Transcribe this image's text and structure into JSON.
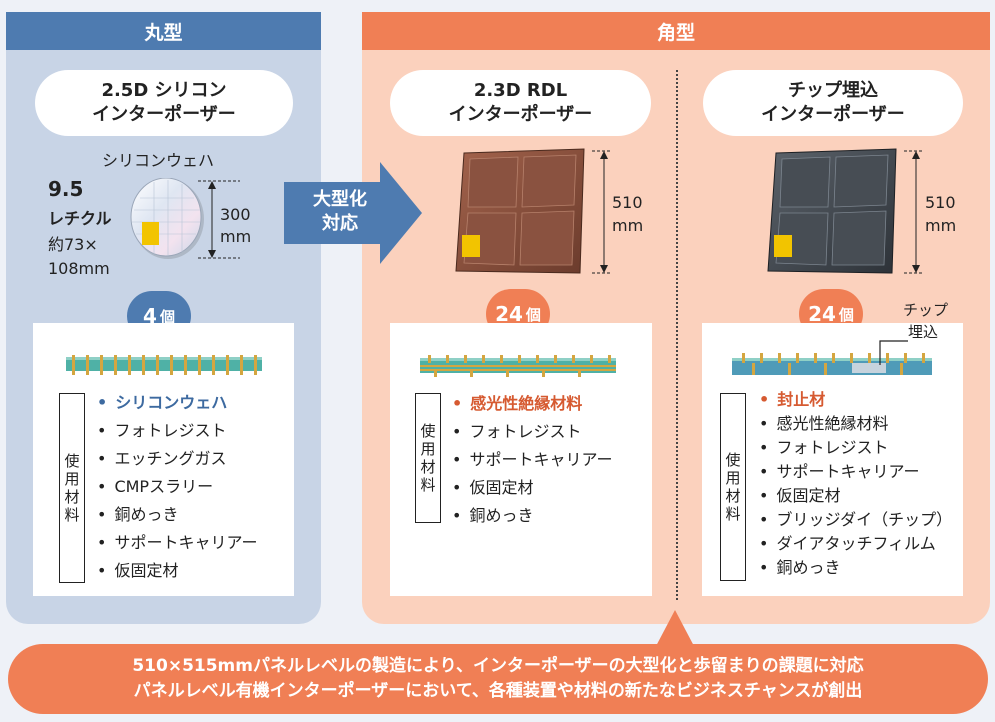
{
  "round": {
    "header": "丸型",
    "title_line1": "2.5D シリコン",
    "title_line2": "インターポーザー",
    "wafer_label": "シリコンウェハ",
    "reticle_num": "9.5",
    "reticle_unit": "レチクル",
    "reticle_size_line1": "約73×",
    "reticle_size_line2": "108mm",
    "dim_value": "300",
    "dim_unit": "mm",
    "count_num": "4",
    "count_unit": "個",
    "materials_label": [
      "使",
      "用",
      "材",
      "料"
    ],
    "materials": [
      "シリコンウェハ",
      "フォトレジスト",
      "エッチングガス",
      "CMPスラリー",
      "銅めっき",
      "サポートキャリアー",
      "仮固定材"
    ]
  },
  "arrow": {
    "line1": "大型化",
    "line2": "対応"
  },
  "square": {
    "header": "角型",
    "rdl": {
      "title_line1": "2.3D RDL",
      "title_line2": "インターポーザー",
      "dim_value": "510",
      "dim_unit": "mm",
      "count_num": "24",
      "count_unit": "個",
      "materials_label": [
        "使",
        "用",
        "材",
        "料"
      ],
      "materials": [
        "感光性絶縁材料",
        "フォトレジスト",
        "サポートキャリアー",
        "仮固定材",
        "銅めっき"
      ]
    },
    "embedded": {
      "title_line1": "チップ埋込",
      "title_line2": "インターポーザー",
      "dim_value": "510",
      "dim_unit": "mm",
      "count_num": "24",
      "count_unit": "個",
      "callout_line1": "チップ",
      "callout_line2": "埋込",
      "materials_label": [
        "使",
        "用",
        "材",
        "料"
      ],
      "materials": [
        "封止材",
        "感光性絶縁材料",
        "フォトレジスト",
        "サポートキャリアー",
        "仮固定材",
        "ブリッジダイ（チップ）",
        "ダイアタッチフィルム",
        "銅めっき"
      ]
    }
  },
  "banner": {
    "line1": "510×515mmパネルレベルの製造により、インターポーザーの大型化と歩留まりの課題に対応",
    "line2": "パネルレベル有機インターポーザーにおいて、各種装置や材料の新たなビジネスチャンスが創出"
  },
  "colors": {
    "round_header": "#4e7bb0",
    "round_bg": "#c8d4e6",
    "square_header": "#f07f55",
    "square_bg": "#fbd1bd",
    "highlight_blue": "#3d6aa0",
    "highlight_orange": "#d65a31",
    "chip_yellow": "#f2c400"
  }
}
